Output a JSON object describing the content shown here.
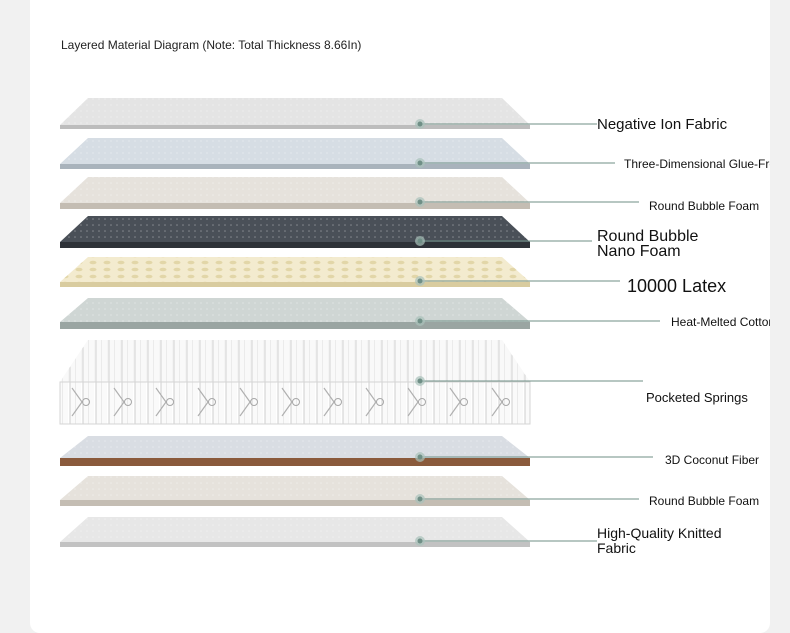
{
  "diagram": {
    "title": "Layered Material Diagram (Note: Total Thickness 8.66In)",
    "layers": [
      {
        "label": "Negative Ion Fabric",
        "color": "#e4e4e4",
        "edge": "#bdbdbd"
      },
      {
        "label": "Three-Dimensional Glue-Free C",
        "color": "#d6dde4",
        "edge": "#a9b3bc"
      },
      {
        "label": "Round Bubble Foam",
        "color": "#e6e2dc",
        "edge": "#c4bdb3"
      },
      {
        "label": "Round Bubble Nano Foam",
        "color": "#4a5058",
        "edge": "#2e3238"
      },
      {
        "label": "10000 Latex",
        "color": "#f3ebcf",
        "edge": "#d9cc9f"
      },
      {
        "label": "Heat-Melted Cotton",
        "color": "#cfd6d4",
        "edge": "#9aa5a2"
      },
      {
        "label": "Pocketed Springs",
        "color": "#f4f4f4",
        "edge": "#c9c9c9"
      },
      {
        "label": "3D Coconut Fiber",
        "color": "#d9dde3",
        "edge": "#8a5a3c"
      },
      {
        "label": "Round Bubble Foam",
        "color": "#e6e2dc",
        "edge": "#c4bdb3"
      },
      {
        "label": "High-Quality Knitted Fabric",
        "color": "#e7e7e7",
        "edge": "#c2c2c2"
      }
    ],
    "line_color": "#6f8f86"
  }
}
